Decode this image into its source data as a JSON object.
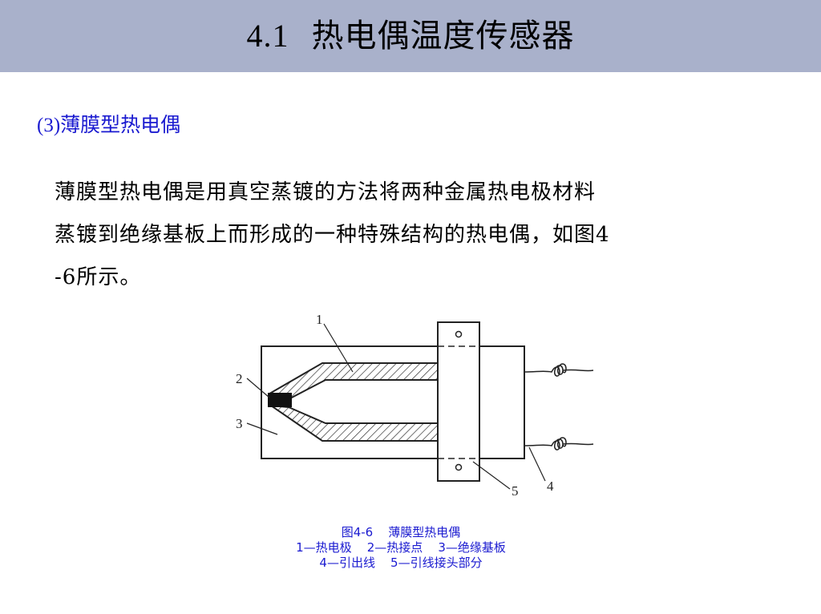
{
  "header": {
    "section_number": "4.1",
    "title": "热电偶温度传感器"
  },
  "subheading": {
    "marker": "(3)",
    "text": "薄膜型热电偶"
  },
  "paragraph": {
    "line1": "薄膜型热电偶是用真空蒸镀的方法将两种金属热电极材料",
    "line2": "蒸镀到绝缘基板上而形成的一种特殊结构的热电偶，如图4",
    "line3": "-6所示。"
  },
  "figure": {
    "labels": {
      "l1": "1",
      "l2": "2",
      "l3": "3",
      "l4": "4",
      "l5": "5"
    }
  },
  "caption": {
    "line1": "图4-6    薄膜型热电偶",
    "line2": "1—热电极    2—热接点    3—绝缘基板",
    "line3": "4—引出线    5—引线接头部分"
  },
  "colors": {
    "header_bg": "#a9b1cb",
    "accent_blue": "#1a1ad0"
  }
}
